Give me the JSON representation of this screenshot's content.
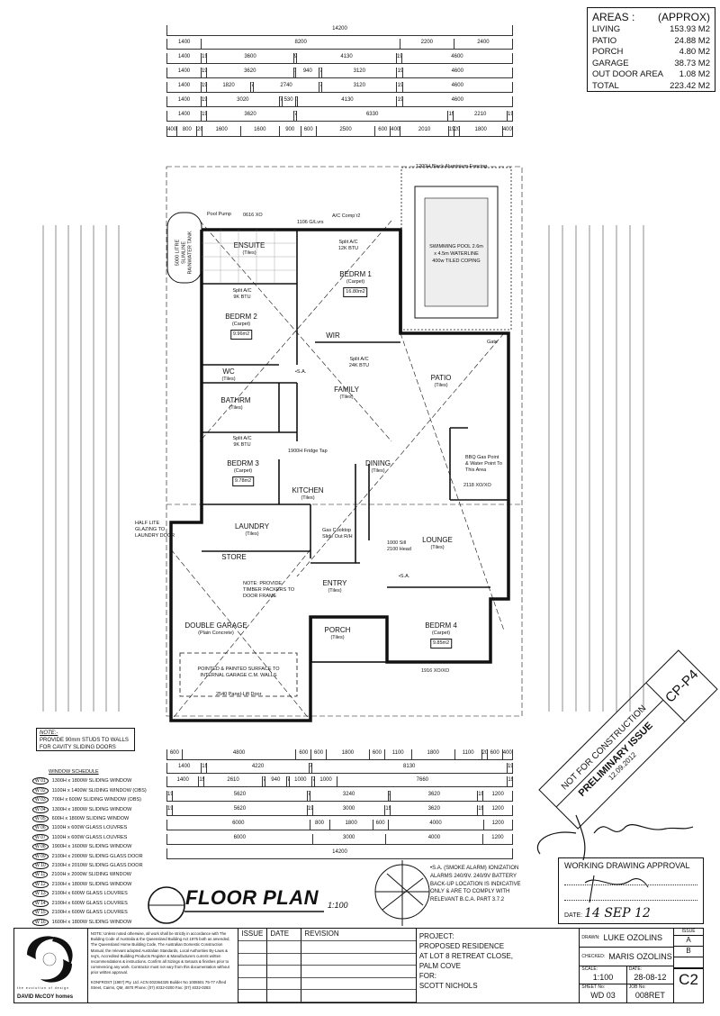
{
  "areas": {
    "heading": "AREAS :",
    "qualifier": "(APPROX)",
    "rows": [
      {
        "label": "LIVING",
        "value": "153.93 M2"
      },
      {
        "label": "PATIO",
        "value": "24.88 M2"
      },
      {
        "label": "PORCH",
        "value": "4.80 M2"
      },
      {
        "label": "GARAGE",
        "value": "38.73 M2"
      },
      {
        "label": "OUT DOOR AREA",
        "value": "1.08 M2"
      },
      {
        "label": "TOTAL",
        "value": "223.42 M2"
      }
    ]
  },
  "top_dims": [
    [
      14200
    ],
    [
      1400,
      8200,
      2200,
      2400
    ],
    [
      1400,
      190,
      3600,
      90,
      4130,
      190,
      4600
    ],
    [
      1400,
      190,
      3620,
      70,
      940,
      70,
      3120,
      190,
      4600
    ],
    [
      1400,
      190,
      1820,
      70,
      2740,
      70,
      3120,
      190,
      4600
    ],
    [
      1400,
      190,
      3020,
      70,
      530,
      70,
      4130,
      190,
      4600
    ],
    [
      1400,
      190,
      3620,
      70,
      6330,
      190,
      2210,
      190
    ],
    [
      400,
      800,
      200,
      1600,
      1600,
      900,
      600,
      2500,
      600,
      400,
      2010,
      190,
      200,
      1800,
      400
    ]
  ],
  "bottom_dims": [
    [
      600,
      4800,
      600,
      600,
      1800,
      600,
      1100,
      1800,
      1100,
      200,
      600,
      400
    ],
    [
      1400,
      190,
      4220,
      70,
      8130,
      190
    ],
    [
      1400,
      190,
      2610,
      70,
      940,
      70,
      1000,
      70,
      1000,
      7660,
      190
    ],
    [
      190,
      5620,
      70,
      3240,
      70,
      3620,
      190,
      1200
    ],
    [
      190,
      5620,
      190,
      3000,
      190,
      3620,
      190,
      1200
    ],
    [
      6000,
      800,
      1800,
      600,
      4000,
      1200
    ],
    [
      6000,
      3000,
      4000,
      1200
    ],
    [
      14200
    ]
  ],
  "rooms": [
    {
      "name": "ENSUITE",
      "floor": "(Tiles)"
    },
    {
      "name": "BEDRM 1",
      "floor": "(Carpet)",
      "area": "16.80m2"
    },
    {
      "name": "BEDRM 2",
      "floor": "(Carpet)",
      "area": "9.96m2"
    },
    {
      "name": "WIR"
    },
    {
      "name": "WC",
      "floor": "(Tiles)"
    },
    {
      "name": "BATHRM",
      "floor": "(Tiles)"
    },
    {
      "name": "FAMILY",
      "floor": "(Tiles)"
    },
    {
      "name": "BEDRM 3",
      "floor": "(Carpet)",
      "area": "9.78m2"
    },
    {
      "name": "KITCHEN",
      "floor": "(Tiles)"
    },
    {
      "name": "DINING",
      "floor": "(Tiles)"
    },
    {
      "name": "PATIO",
      "floor": "(Tiles)"
    },
    {
      "name": "LAUNDRY",
      "floor": "(Tiles)"
    },
    {
      "name": "LOUNGE",
      "floor": "(Tiles)"
    },
    {
      "name": "STORE"
    },
    {
      "name": "ENTRY",
      "floor": "(Tiles)"
    },
    {
      "name": "PORCH",
      "floor": "(Tiles)"
    },
    {
      "name": "BEDRM 4",
      "floor": "(Carpet)",
      "area": "9.85m2"
    },
    {
      "name": "DOUBLE GARAGE",
      "floor": "(Plain Concrete)"
    }
  ],
  "plan_notes": {
    "fencing": "1200H Black Aluminium Fencing",
    "pool": "SWIMMING POOL 2.6m x 4.5m WATERLINE 400w TILED COPING",
    "tank": "5000 LITRE SLIMLINE RAINWATER TANK",
    "pool_pump": "Pool Pump",
    "ac_comp": "A/C Comp’r2",
    "split_12k": "Split A/C 12K BTU",
    "split_9k": "Split A/C 9K BTU",
    "split_24k": "Split A/C 24K BTU",
    "fridge_tap": "1900H Fridge Tap",
    "bbq": "BBQ Gas Point & Water Point To This Area",
    "cooktop": "Gas Cooktop Slide Out R/H",
    "sill": "1000 Sill 2100 Head",
    "timber": "NOTE: PROVIDE TIMBER PACKERS TO DOOR FRAME",
    "garage_walls": "POINTED & PAINTED SURFACE TO INTERNAL GARAGE C.M. WALLS",
    "garage_door": "2540 Panel-Lift Door",
    "half_glazing": "HALF LITE GLAZING TO LAUNDRY DOOR",
    "sa": "•S.A.",
    "gate": "Gate",
    "w12": "2118 XO/XO",
    "w16": "1916 XO/XO",
    "w1": "0616 XO",
    "w2": "1106 G/Lvrs"
  },
  "note_box": {
    "title": "NOTE:-",
    "text": "PROVIDE 90mm STUDS TO WALLS FOR CAVITY SLIDING DOORS"
  },
  "window_schedule": {
    "title": "WINDOW SCHEDULE",
    "rows": [
      {
        "id": "W 01",
        "desc": "1300H x 1800W SLIDING WINDOW"
      },
      {
        "id": "W 02",
        "desc": "1100H x 1400W SLIDING WINDOW (OBS)"
      },
      {
        "id": "W 03",
        "desc": "700H x 600W SLIDING WINDOW (OBS)"
      },
      {
        "id": "W 04",
        "desc": "1300H x 1800W SLIDING WINDOW"
      },
      {
        "id": "W 05",
        "desc": "600H x 1800W SLIDING WINDOW"
      },
      {
        "id": "W 06",
        "desc": "1100H x 600W GLASS LOUVRES"
      },
      {
        "id": "W 07",
        "desc": "1100H x 600W GLASS LOUVRES"
      },
      {
        "id": "W 08",
        "desc": "1900H x 1600W SLIDING WINDOW"
      },
      {
        "id": "W 09",
        "desc": "2100H x 2000W SLIDING GLASS DOOR"
      },
      {
        "id": "W 10",
        "desc": "2100H x 2010W SLIDING GLASS DOOR"
      },
      {
        "id": "W 11",
        "desc": "2100H x 2000W SLIDING WINDOW"
      },
      {
        "id": "W 12",
        "desc": "2100H x 1800W SLIDING WINDOW"
      },
      {
        "id": "W 13",
        "desc": "2100H x 600W GLASS LOUVRES"
      },
      {
        "id": "W 14",
        "desc": "2100H x 600W GLASS LOUVRES"
      },
      {
        "id": "W 15",
        "desc": "2100H x 600W GLASS LOUVRES"
      },
      {
        "id": "W 16",
        "desc": "1600H x 1800W SLIDING WINDOW"
      }
    ]
  },
  "drawing_title": "FLOOR PLAN",
  "drawing_scale": "1:100",
  "sa_note": "•S.A. (SMOKE ALARM) IONIZATION ALARMS 240/9V. 240/9V BATTERY BACK-UP LOCATION IS INDICATIVE ONLY & ARE TO COMPLY WITH RELEVANT B.C.A. PART 3.7.2",
  "stamp": {
    "line1": "NOT FOR CONSTRUCTION",
    "line2": "PRELIMINARY ISSUE",
    "date": "12.09.2012",
    "code": "CP-P4"
  },
  "approval": {
    "title": "WORKING DRAWING APPROVAL",
    "date_label": "DATE:",
    "date": "14 SEP 12"
  },
  "title_block": {
    "company_tagline": "the evolution of design",
    "company": "DAVID McCOY homes",
    "note": "NOTE: Unless noted otherwise, all work shall be strictly in accordance with The Building Code of Australia & the Queensland Building Act 1975 both as amended, The Queensland Home Building Code, The Australian Domestic Construction Manual, the relevant adopted Australian Standards, Local Authorities By-Laws & reg's, Accredited Building Products Register & Manufacturers current written recommendations & instructions. Confirm all Sizings & Setouts & finishes prior to commencing any work. Contractor must not vary from this documentation without prior written approval.",
    "address": "KONFROST (1987) Pty. Ltd. ACN 002364325 Builder No 1008501 75-77 Alfred Street, Cairns, QM, 4870 Phone: (07) 4032-0200 Fax: (07) 4032-0283",
    "issue_headers": [
      "ISSUE",
      "DATE",
      "REVISION"
    ],
    "project_label": "PROJECT:",
    "project": [
      "PROPOSED RESIDENCE",
      "AT LOT 8 RETREAT CLOSE,",
      "PALM COVE"
    ],
    "for_label": "FOR:",
    "client": "SCOTT NICHOLS",
    "drawn_label": "DRAWN:",
    "drawn": "LUKE OZOLINS",
    "checked_label": "CHECKED:",
    "checked": "MARIS OZOLINS",
    "scale_label": "SCALE:",
    "scale": "1:100",
    "date_label": "DATE:",
    "date": "28-08-12",
    "sheet_label": "SHEET No:",
    "sheet": "WD 03",
    "job_label": "JOB No:",
    "job": "008RET",
    "issue_label": "ISSUE",
    "issues": [
      "A",
      "B"
    ],
    "drawing_no": "C2"
  }
}
